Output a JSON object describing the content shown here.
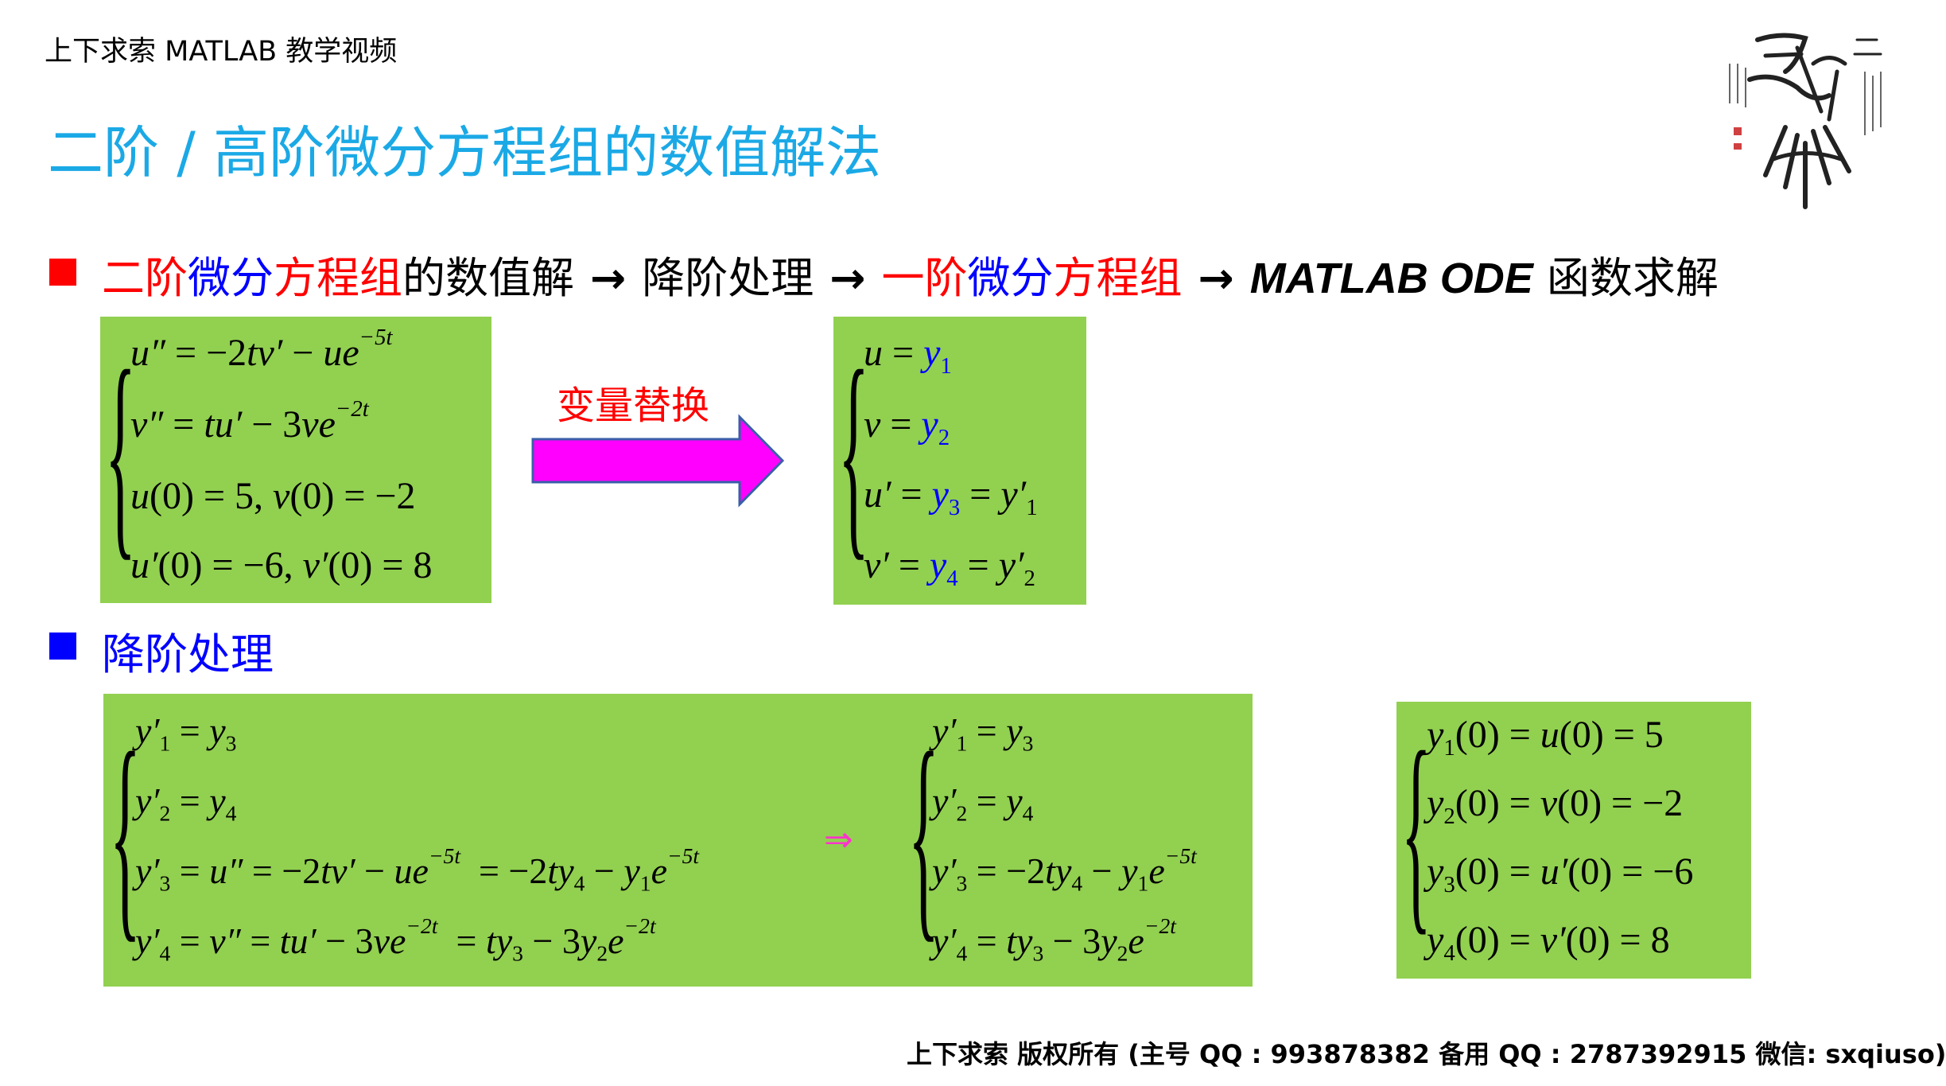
{
  "header": {
    "text": "上下求索 MATLAB 教学视频"
  },
  "title": "二阶 / 高阶微分方程组的数值解法",
  "line1": {
    "p1": "二阶",
    "p2": "微分",
    "p3": "方程组",
    "p4": "的数值解",
    "arrow": "→",
    "p5": "降阶处理",
    "p6": "一阶",
    "p7": "微分",
    "p8": "方程组",
    "p9": "MATLAB ODE",
    "p10": "函数求解"
  },
  "section2": "降阶处理",
  "transform_label": "变量替换",
  "implies": "⇒",
  "footer": "上下求索  版权所有  (主号 QQ : 993878382   备用 QQ : 2787392915   微信: sxqiuso)",
  "colors": {
    "title": "#1ba9e6",
    "red": "#ff0000",
    "blue": "#0000ff",
    "box_green": "#92d050",
    "arrow_magenta": "#ff00ff"
  },
  "icons": {
    "seal": "calligraphy-seal"
  }
}
